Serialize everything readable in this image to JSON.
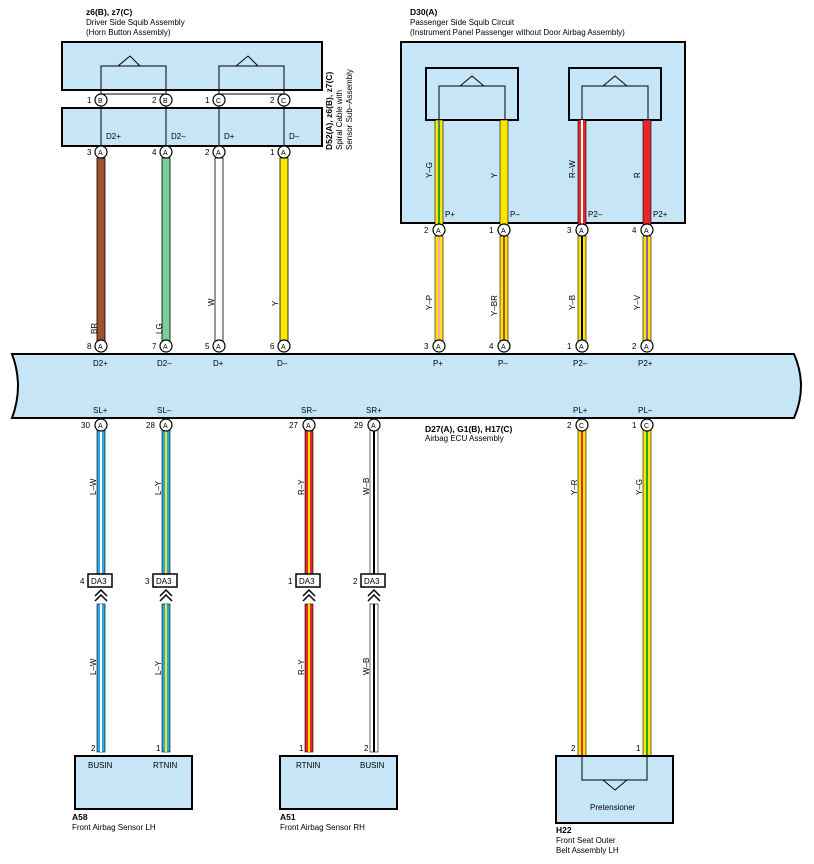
{
  "components": {
    "z6z7": {
      "code": "z6(B), z7(C)",
      "name1": "Driver Side Squib Assembly",
      "name2": "(Horn Button Assembly)"
    },
    "d52": {
      "code": "D52(A), z6(B), z7(C)",
      "line1": "Spiral Cable with",
      "line2": "Sensor Sub–Assembly"
    },
    "d30": {
      "code": "D30(A)",
      "name1": "Passenger Side Squib Circuit",
      "name2": "(Instrument Panel Passenger without Door Airbag Assembly)"
    },
    "ecu": {
      "code": "D27(A), G1(B), H17(C)",
      "name": "Airbag ECU Assembly"
    },
    "a58": {
      "code": "A58",
      "name": "Front Airbag Sensor LH"
    },
    "a51": {
      "code": "A51",
      "name": "Front Airbag Sensor RH"
    },
    "h22": {
      "code": "H22",
      "name1": "Front Seat Outer",
      "name2": "Belt Assembly LH",
      "inner_label": "Pretensioner"
    }
  },
  "driver_squib_pins": [
    {
      "num": "1",
      "conn": "B"
    },
    {
      "num": "2",
      "conn": "B"
    },
    {
      "num": "1",
      "conn": "C"
    },
    {
      "num": "2",
      "conn": "C"
    }
  ],
  "spiral_pins": [
    {
      "num": "3",
      "conn": "A",
      "label": "D2+"
    },
    {
      "num": "4",
      "conn": "A",
      "label": "D2–"
    },
    {
      "num": "2",
      "conn": "A",
      "label": "D+"
    },
    {
      "num": "1",
      "conn": "A",
      "label": "D–"
    }
  ],
  "passenger_wires": [
    {
      "color": "Y–G"
    },
    {
      "color": "Y"
    },
    {
      "color": "R–W"
    },
    {
      "color": "R"
    }
  ],
  "passenger_pins": [
    {
      "num": "2",
      "conn": "A",
      "label": "P+"
    },
    {
      "num": "1",
      "conn": "A",
      "label": "P–"
    },
    {
      "num": "3",
      "conn": "A",
      "label": "P2–"
    },
    {
      "num": "4",
      "conn": "A",
      "label": "P2+"
    }
  ],
  "upper_wires": [
    {
      "color": "BR"
    },
    {
      "color": "LG"
    },
    {
      "color": "W"
    },
    {
      "color": "Y"
    },
    {
      "color": "Y–P"
    },
    {
      "color": "Y–BR"
    },
    {
      "color": "Y–B"
    },
    {
      "color": "Y–V"
    }
  ],
  "ecu_top_pins": [
    {
      "num": "8",
      "conn": "A",
      "label": "D2+"
    },
    {
      "num": "7",
      "conn": "A",
      "label": "D2–"
    },
    {
      "num": "5",
      "conn": "A",
      "label": "D+"
    },
    {
      "num": "6",
      "conn": "A",
      "label": "D–"
    },
    {
      "num": "3",
      "conn": "A",
      "label": "P+"
    },
    {
      "num": "4",
      "conn": "A",
      "label": "P–"
    },
    {
      "num": "1",
      "conn": "A",
      "label": "P2–"
    },
    {
      "num": "2",
      "conn": "A",
      "label": "P2+"
    }
  ],
  "ecu_bottom_pins": [
    {
      "num": "30",
      "conn": "A",
      "label": "SL+"
    },
    {
      "num": "28",
      "conn": "A",
      "label": "SL–"
    },
    {
      "num": "27",
      "conn": "A",
      "label": "SR–"
    },
    {
      "num": "29",
      "conn": "A",
      "label": "SR+"
    },
    {
      "num": "2",
      "conn": "C",
      "label": "PL+"
    },
    {
      "num": "1",
      "conn": "C",
      "label": "PL–"
    }
  ],
  "lower_wires": [
    {
      "upper": "L–W",
      "lower": "L–W",
      "da_pin": "4",
      "da": "DA3",
      "end_pin": "2",
      "end_label": "BUSIN"
    },
    {
      "upper": "L–Y",
      "lower": "L–Y",
      "da_pin": "3",
      "da": "DA3",
      "end_pin": "1",
      "end_label": "RTNIN"
    },
    {
      "upper": "R–Y",
      "lower": "R–Y",
      "da_pin": "1",
      "da": "DA3",
      "end_pin": "1",
      "end_label": "RTNIN"
    },
    {
      "upper": "W–B",
      "lower": "W–B",
      "da_pin": "2",
      "da": "DA3",
      "end_pin": "2",
      "end_label": "BUSIN"
    },
    {
      "upper": "Y–R",
      "end_pin": "2"
    },
    {
      "upper": "Y–G",
      "end_pin": "1"
    }
  ],
  "wire_colors": {
    "brown": "#a0522d",
    "light_green": "#7ccf96",
    "white": "#ffffff",
    "yellow": "#ffe600",
    "pink": "#f4a6c0",
    "red": "#e8262a",
    "black": "#000000",
    "violet": "#9b59b6",
    "blue": "#29a9e1",
    "green": "#2e9e3a",
    "box_fill": "#c6e6f7"
  }
}
